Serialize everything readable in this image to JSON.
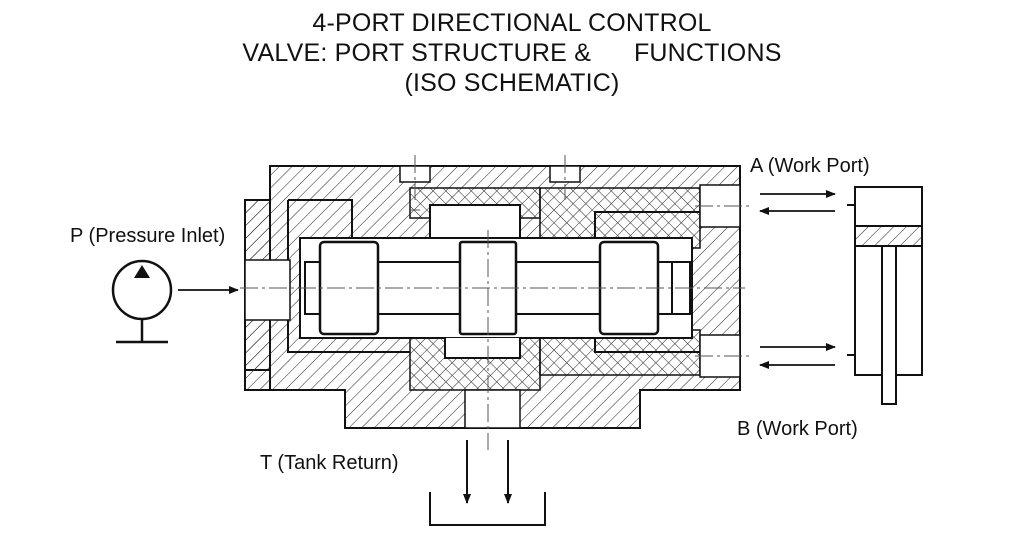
{
  "title": {
    "line1": "4-PORT DIRECTIONAL CONTROL",
    "line2": "VALVE: PORT STRUCTURE &      FUNCTIONS",
    "line3": "(ISO SCHEMATIC)"
  },
  "labels": {
    "pressure_inlet": "P (Pressure Inlet)",
    "work_port_a": "A (Work Port)",
    "work_port_b": "B (Work Port)",
    "tank_return": "T (Tank Return)"
  },
  "colors": {
    "line": "#111111",
    "background": "#ffffff"
  }
}
